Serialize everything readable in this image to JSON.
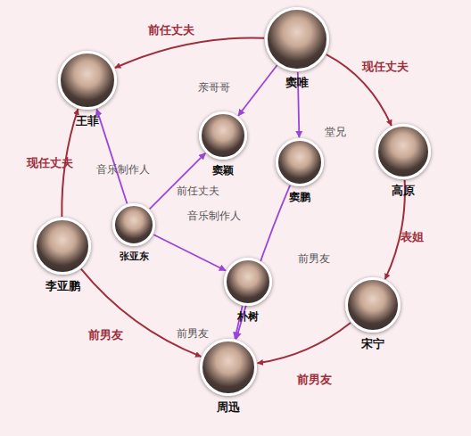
{
  "diagram": {
    "nodes": [
      {
        "text": [
          "窦唯"
        ]
      },
      {
        "text": [
          "王菲"
        ]
      },
      {
        "text": [
          "窦颖"
        ]
      },
      {
        "text": [
          "高原"
        ]
      },
      {
        "text": [
          "窦鹏"
        ]
      },
      {
        "text": [
          "张亚东"
        ]
      },
      {
        "text": [
          "李亚鹏"
        ]
      },
      {
        "text": [
          "朴树"
        ]
      },
      {
        "text": [
          "宋宁"
        ]
      },
      {
        "text": [
          "周迅"
        ]
      }
    ],
    "edges": [
      {
        "from": 0,
        "to": 1,
        "label": "前任丈夫",
        "arrow": "to"
      },
      {
        "from": 0,
        "to": 3,
        "label": "现任丈夫",
        "arrow": "to"
      },
      {
        "from": 0,
        "to": 2,
        "label": "亲哥哥",
        "arrow": "to"
      },
      {
        "from": 0,
        "to": 4,
        "label": "堂兄",
        "arrow": "to"
      },
      {
        "from": 3,
        "to": 8,
        "label": "表姐",
        "arrow": "to"
      },
      {
        "from": 8,
        "to": 9,
        "label": "前男友",
        "arrow": "to"
      },
      {
        "from": 6,
        "to": 1,
        "label": "现任丈夫",
        "arrow": "to"
      },
      {
        "from": 6,
        "to": 9,
        "label": "前男友",
        "arrow": "to"
      },
      {
        "from": 5,
        "to": 1,
        "label": "音乐制作人",
        "arrow": "to"
      },
      {
        "from": 5,
        "to": 2,
        "label": "前任丈夫",
        "arrow": "to"
      },
      {
        "from": 5,
        "to": 7,
        "label": "音乐制作人",
        "arrow": "to"
      },
      {
        "from": 7,
        "to": 9,
        "label": "前男友",
        "arrow": "to"
      },
      {
        "from": 4,
        "to": 9,
        "label": "前男友",
        "arrow": "to"
      }
    ]
  }
}
